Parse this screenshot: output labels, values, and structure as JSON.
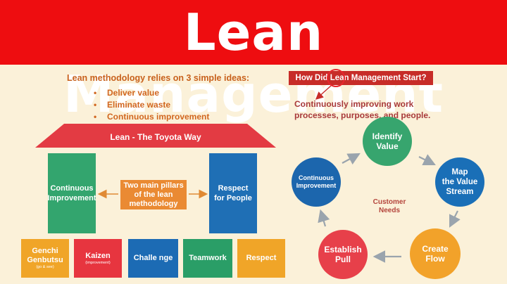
{
  "banner": {
    "title": "Lean Management"
  },
  "intro": {
    "heading": "Lean methodology relies on 3 simple ideas:",
    "bullets": [
      "Deliver value",
      "Eliminate waste",
      "Continuous improvement"
    ]
  },
  "house": {
    "roof": "Lean - The Toyota Way",
    "pillar_left": "Continuous\nImprovement",
    "pillar_right": "Respect\nfor People",
    "center": "Two main pillars\nof the lean\nmethodology",
    "base": [
      {
        "label": "Genchi\nGenbutsu",
        "sub": "(go & see)"
      },
      {
        "label": "Kaizen",
        "sub": "(improvement)"
      },
      {
        "label": "Challe nge",
        "sub": ""
      },
      {
        "label": "Teamwork",
        "sub": ""
      },
      {
        "label": "Respect",
        "sub": ""
      }
    ]
  },
  "origin": {
    "question": "How Did Lean Management Start?",
    "description": "Continuously improving work\nprocesses, purposes, and people."
  },
  "cycle": {
    "center": "Customer\nNeeds",
    "steps": [
      "Identify\nValue",
      "Map\nthe Value\nStream",
      "Create\nFlow",
      "Establish\nPull",
      "Continuous\nImprovement"
    ]
  },
  "colors": {
    "banner": "#ee0d10",
    "background": "#fbf1d9",
    "green": "#37a56e",
    "blue": "#1a6fb7",
    "orange": "#f2a22a",
    "red": "#e7404a",
    "arrow": "#e08a34"
  }
}
